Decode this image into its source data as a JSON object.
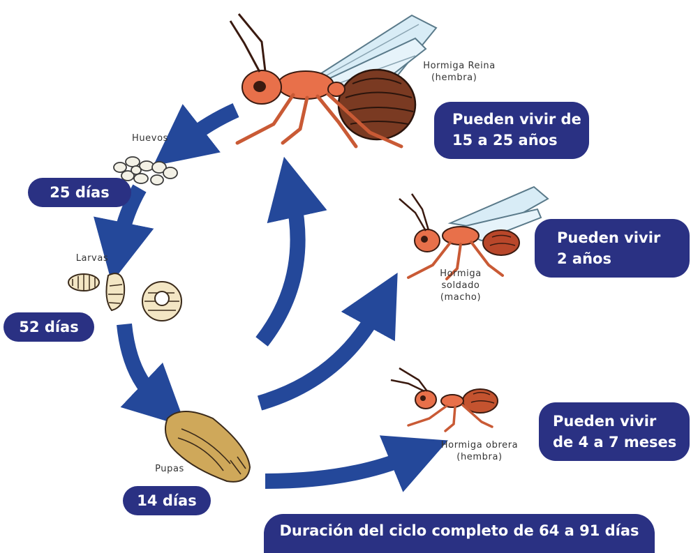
{
  "stages": {
    "eggs": "Huevos",
    "larvae": "Larvas",
    "pupae": "Pupas"
  },
  "durations": {
    "eggs": "25 días",
    "larvae": "52 días",
    "pupae": "14 días"
  },
  "castes": {
    "queen": {
      "line1": "Hormiga Reina",
      "line2": "(hembra)"
    },
    "soldier": {
      "line1": "Hormiga",
      "line2": "soldado",
      "line3": "(macho)"
    },
    "worker": {
      "line1": "Hormiga obrera",
      "line2": "(hembra)"
    }
  },
  "lifespans": {
    "queen": {
      "line1": "Pueden vivir de",
      "line2": "15 a 25 años"
    },
    "soldier": {
      "line1": "Pueden vivir",
      "line2": "2 años"
    },
    "worker": {
      "line1": "Pueden vivir",
      "line2": "de 4 a 7 meses"
    }
  },
  "footer": "Duración del ciclo completo de 64 a 91 días",
  "colors": {
    "accent": "#2a3183",
    "arrow": "#24489a",
    "ant_body": "#e8704a",
    "queen_abdomen": "#7a3a22",
    "wing": "#d8ecf6"
  }
}
